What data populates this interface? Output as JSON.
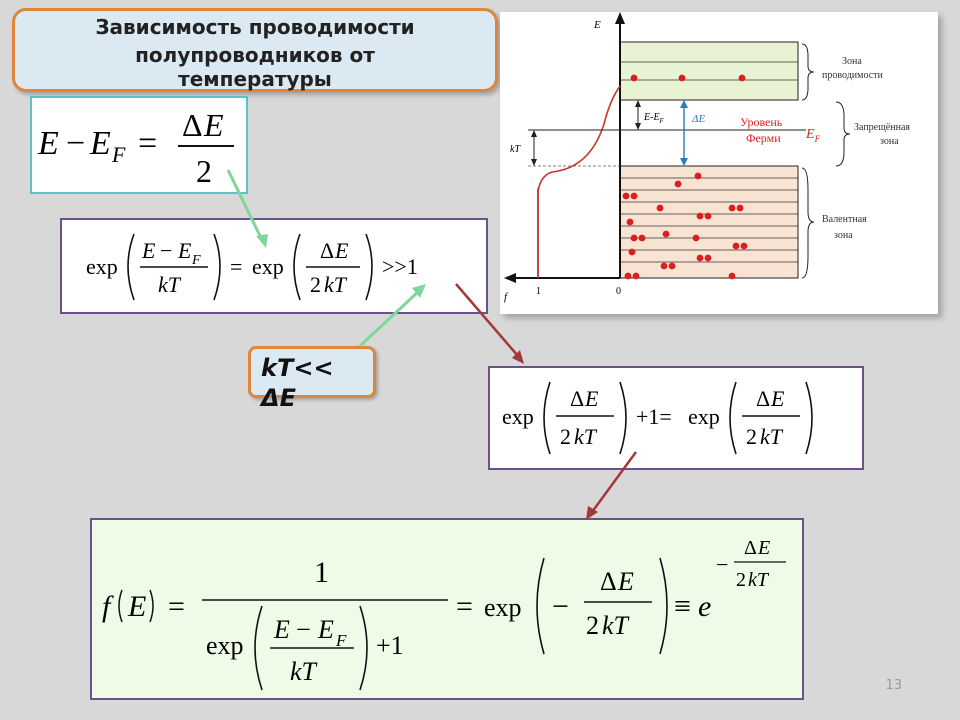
{
  "title": {
    "line1": "Зависимость проводимости",
    "line2": "полупроводников от",
    "line3": "температуры"
  },
  "condition": {
    "line1": "kT<<",
    "line2": "ΔE"
  },
  "slide_number": "13",
  "eq1": {
    "text": "E − E_F = ΔE / 2"
  },
  "eq2": {
    "text": "exp((E − E_F)/kT) = exp(ΔE/2kT) >> 1"
  },
  "eq3": {
    "text": "exp(ΔE/2kT) + 1 = exp(ΔE/2kT)"
  },
  "eq4": {
    "text": "f(E) = 1 / (exp((E − E_F)/kT) + 1) = exp(−ΔE/2kT) ≡ e^(−ΔE/2kT)"
  },
  "diagram": {
    "axis_e": "E",
    "axis_f": "f",
    "tick_one": "1",
    "tick_zero": "0",
    "kT": "kT",
    "e_minus_ef": "E-E",
    "e_minus_ef_sub": "F",
    "delta_e": "ΔE",
    "fermi_line1": "Уровень",
    "fermi_line2": "Ферми",
    "ef": "E",
    "ef_sub": "F",
    "conduction_line1": "Зона",
    "conduction_line2": "проводимости",
    "forbidden_line1": "Запрещённая",
    "forbidden_line2": "зона",
    "valence_line1": "Валентная",
    "valence_line2": "зона"
  },
  "colors": {
    "title_border": "#e0863a",
    "title_fill": "#dbe9f2",
    "eq1_border": "#58c4c4",
    "box_border": "#6d4f8a",
    "final_fill": "#eefbe6",
    "green_arrow": "#7fd69a",
    "red_arrow": "#a33838",
    "electron": "#dd1e1e",
    "conduction_band": "#e8f3d4",
    "valence_band": "#f9e3d3"
  }
}
